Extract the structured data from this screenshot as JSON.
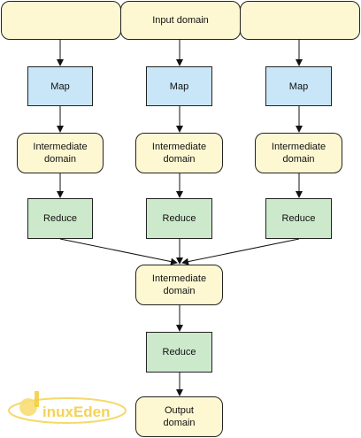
{
  "diagram": {
    "input": {
      "label": "Input domain"
    },
    "map_nodes": [
      {
        "label": "Map"
      },
      {
        "label": "Map"
      },
      {
        "label": "Map"
      }
    ],
    "intermediate_nodes": [
      {
        "label": "Intermediate\ndomain"
      },
      {
        "label": "Intermediate\ndomain"
      },
      {
        "label": "Intermediate\ndomain"
      }
    ],
    "reduce_nodes": [
      {
        "label": "Reduce"
      },
      {
        "label": "Reduce"
      },
      {
        "label": "Reduce"
      }
    ],
    "merged_intermediate": {
      "label": "Intermediate\ndomain"
    },
    "final_reduce": {
      "label": "Reduce"
    },
    "output": {
      "label": "Output\ndomain"
    }
  },
  "watermark": {
    "text": "inuxEden"
  },
  "colors": {
    "domain_fill": "#fdf8d2",
    "map_fill": "#c8e6f7",
    "reduce_fill": "#cde9cc",
    "watermark": "#f2cc3a"
  }
}
